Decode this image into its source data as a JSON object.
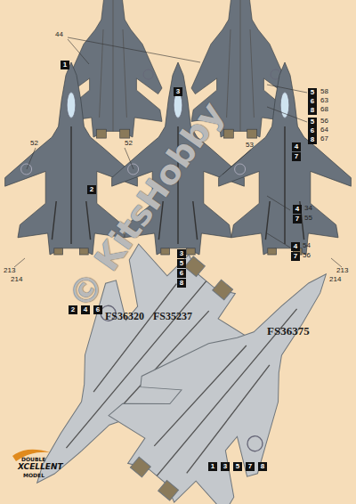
{
  "diagram": {
    "nodes": [
      {
        "text": [
          "1"
        ]
      },
      {
        "text": [
          "3"
        ]
      },
      {
        "text": [
          "5"
        ]
      },
      {
        "text": [
          "6"
        ]
      },
      {
        "text": [
          "8"
        ]
      },
      {
        "text": [
          "5"
        ]
      },
      {
        "text": [
          "6"
        ]
      },
      {
        "text": [
          "8"
        ]
      },
      {
        "text": [
          "4"
        ]
      },
      {
        "text": [
          "7"
        ]
      },
      {
        "text": [
          "2"
        ]
      },
      {
        "text": [
          "4"
        ]
      },
      {
        "text": [
          "7"
        ]
      },
      {
        "text": [
          "4"
        ]
      },
      {
        "text": [
          "7"
        ]
      },
      {
        "text": [
          "3"
        ]
      },
      {
        "text": [
          "5"
        ]
      },
      {
        "text": [
          "6"
        ]
      },
      {
        "text": [
          "8"
        ]
      },
      {
        "text": [
          "2"
        ]
      },
      {
        "text": [
          "4"
        ]
      },
      {
        "text": [
          "6"
        ]
      },
      {
        "text": [
          "1"
        ]
      },
      {
        "text": [
          "3"
        ]
      },
      {
        "text": [
          "5"
        ]
      },
      {
        "text": [
          "7"
        ]
      },
      {
        "text": [
          "8"
        ]
      }
    ],
    "labels": [
      "44",
      "58",
      "63",
      "68",
      "56",
      "64",
      "67",
      "52",
      "52",
      "53",
      "34",
      "55",
      "54",
      "56",
      "213",
      "214",
      "213",
      "214",
      "FS36320",
      "FS35237",
      "FS36375",
      "© KitsHobby",
      "DOUBLE",
      "XCELLENT",
      "MODEL"
    ]
  }
}
